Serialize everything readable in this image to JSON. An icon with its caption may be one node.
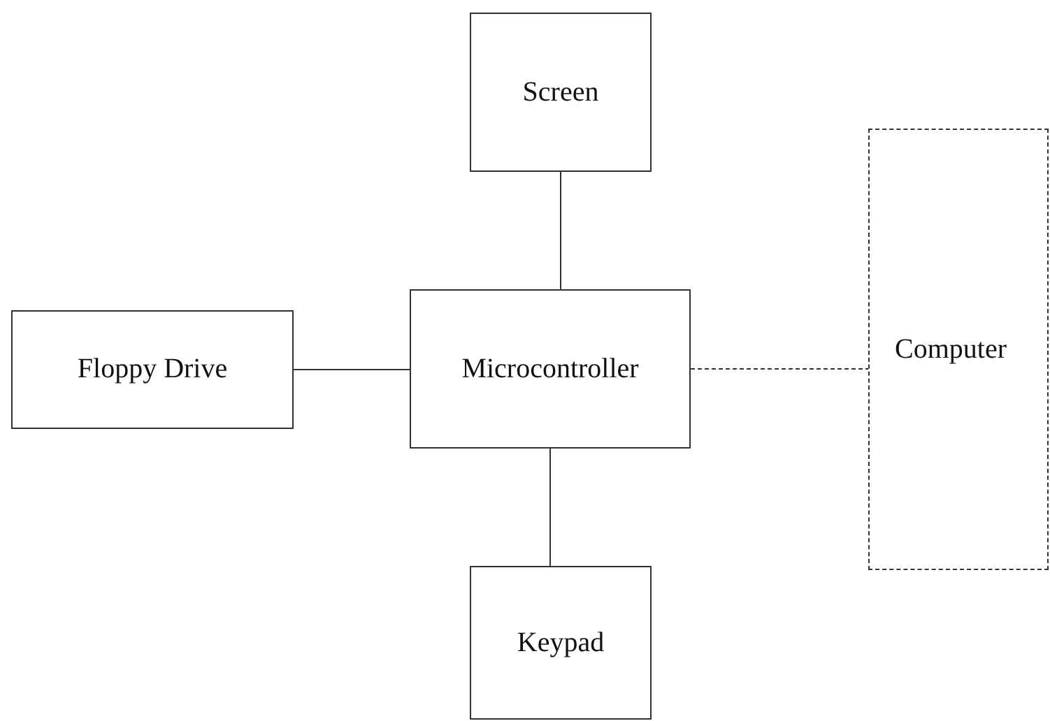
{
  "diagram": {
    "nodes": [
      {
        "text": [
          "Screen"
        ]
      },
      {
        "text": [
          "Floppy Drive"
        ]
      },
      {
        "text": [
          "Microcontroller"
        ]
      },
      {
        "text": [
          "Computer"
        ]
      },
      {
        "text": [
          "Keypad"
        ]
      }
    ],
    "edges": [
      {
        "from": 0,
        "to": 2,
        "arrow": "none"
      },
      {
        "from": 1,
        "to": 2,
        "arrow": "none"
      },
      {
        "from": 2,
        "to": 3,
        "arrow": "none",
        "style": "dashed"
      },
      {
        "from": 2,
        "to": 4,
        "arrow": "none"
      }
    ]
  }
}
